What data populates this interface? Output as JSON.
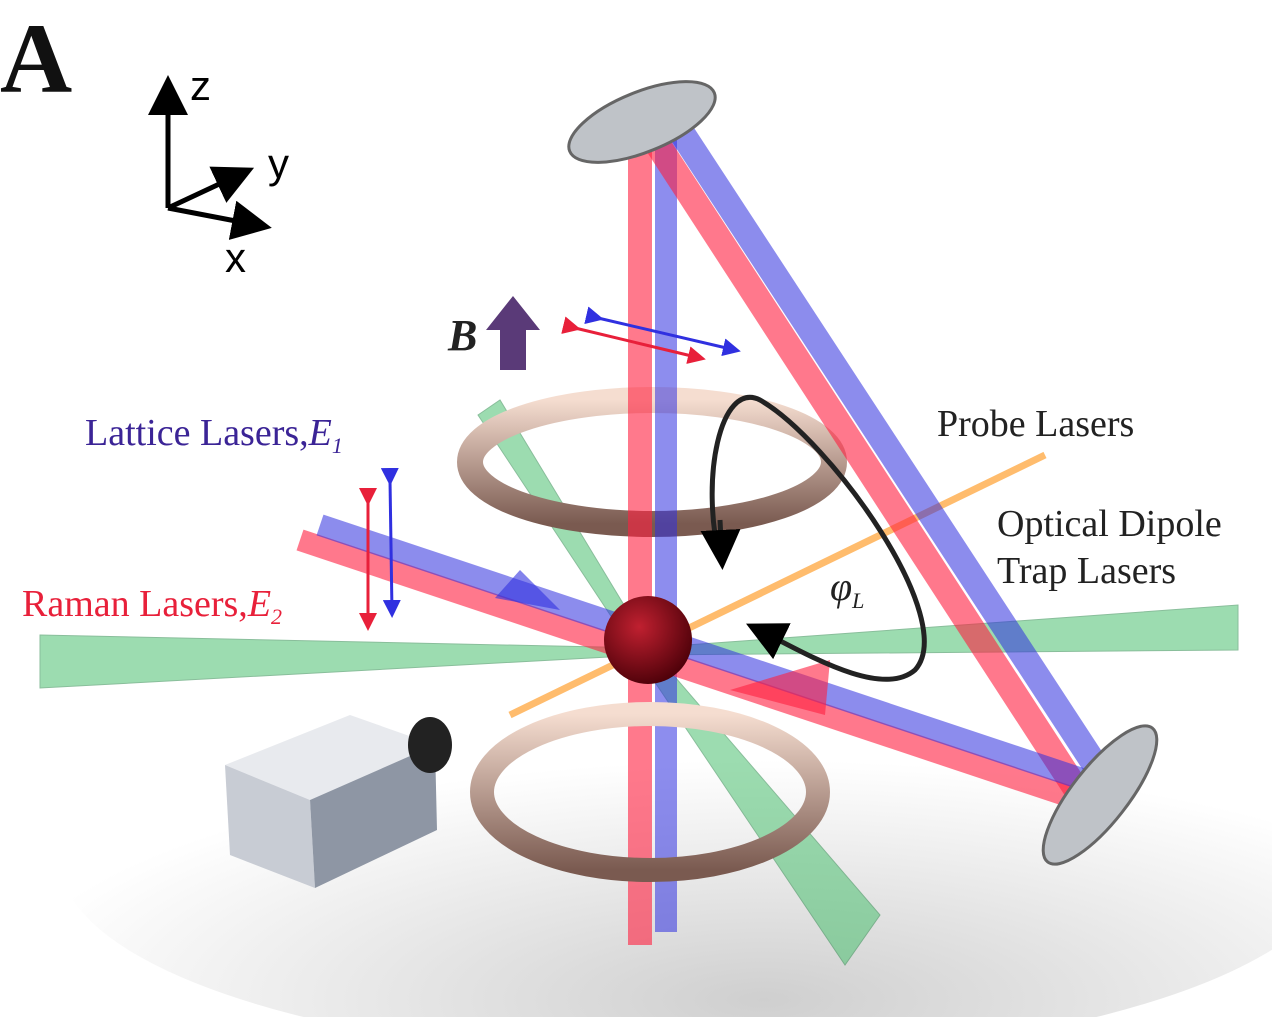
{
  "panel_label": "A",
  "axes": {
    "z": "z",
    "y": "y",
    "x": "x"
  },
  "magnetic_field": {
    "label": "B"
  },
  "labels": {
    "lattice": {
      "text": "Lattice Lasers,",
      "symbol": "E",
      "sub": "1"
    },
    "raman": {
      "text": "Raman Lasers,",
      "symbol": "E",
      "sub": "2"
    },
    "probe": "Probe Lasers",
    "odt_line1": "Optical Dipole",
    "odt_line2": "Trap Lasers",
    "angle": {
      "symbol": "φ",
      "sub": "L"
    }
  },
  "colors": {
    "lattice": "#3b2496",
    "raman": "#e8203a",
    "red_beam": "#ff2040",
    "blue_beam": "#3030e0",
    "green_beam": "#4cc070",
    "probe_beam": "#ffa030",
    "field_arrow": "#5a3a78"
  }
}
